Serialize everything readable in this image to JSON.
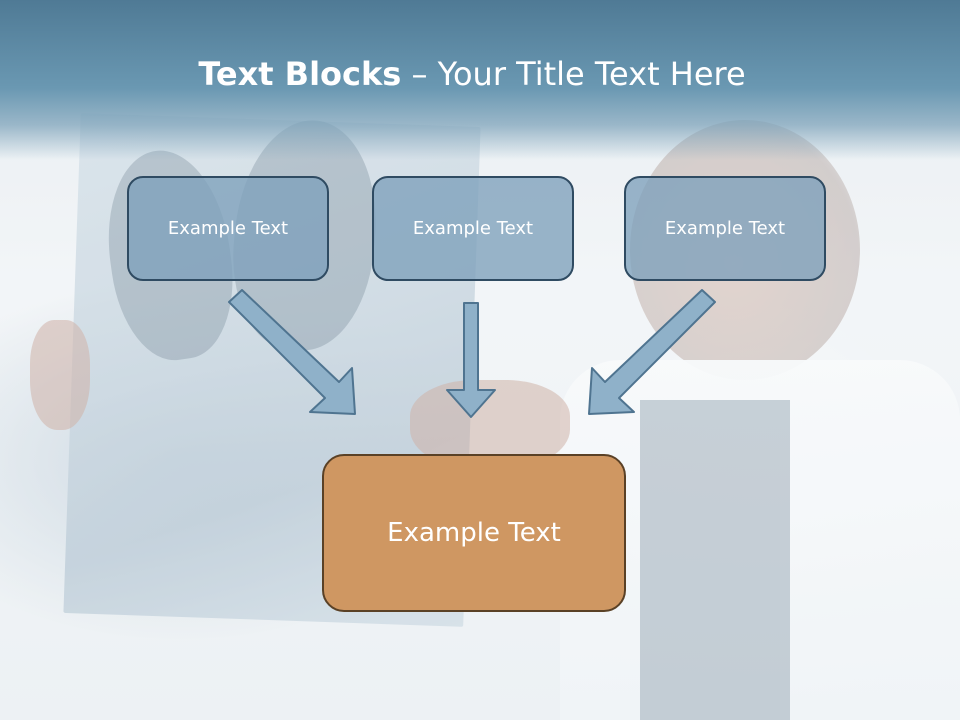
{
  "title": {
    "bold": "Text Blocks",
    "dash": " – ",
    "rest": "Your Title Text Here"
  },
  "blocks": {
    "top": [
      {
        "label": "Example Text"
      },
      {
        "label": "Example Text"
      },
      {
        "label": "Example Text"
      }
    ],
    "bottom": {
      "label": "Example Text"
    }
  },
  "colors": {
    "title_band": "#5d8aa5",
    "small_block_fill": "#7da0bb",
    "small_block_border": "#2f4b62",
    "big_block_fill": "#cf9762",
    "big_block_border": "#5a4126",
    "arrow_fill": "#8fb1c9",
    "arrow_stroke": "#4f7490"
  }
}
